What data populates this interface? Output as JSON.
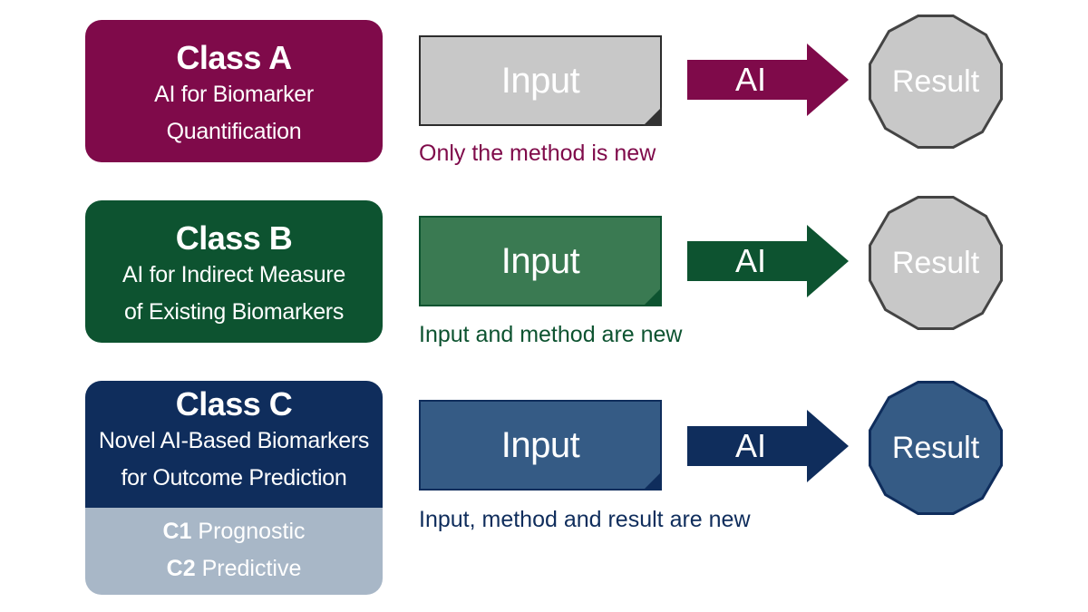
{
  "colors": {
    "class_a": "#7f0a4a",
    "class_b": "#0d5330",
    "class_c": "#0f2d5c",
    "class_c_sub": "#a8b7c7",
    "neutral_gray": "#c8c8c8",
    "input_b": "#3a7a52",
    "input_c": "#355b85"
  },
  "rows": [
    {
      "class_title": "Class A",
      "class_desc": [
        "AI for Biomarker",
        "Quantification"
      ],
      "input_label": "Input",
      "arrow_label": "AI",
      "result_label": "Result",
      "note": "Only the method is new"
    },
    {
      "class_title": "Class B",
      "class_desc": [
        "AI for Indirect Measure",
        "of Existing Biomarkers"
      ],
      "input_label": "Input",
      "arrow_label": "AI",
      "result_label": "Result",
      "note": "Input and method are new"
    },
    {
      "class_title": "Class C",
      "class_desc": [
        "Novel AI-Based Biomarkers",
        "for Outcome Prediction"
      ],
      "subclasses": [
        {
          "code": "C1",
          "label": "Prognostic"
        },
        {
          "code": "C2",
          "label": "Predictive"
        }
      ],
      "input_label": "Input",
      "arrow_label": "AI",
      "result_label": "Result",
      "note": "Input, method and result are new"
    }
  ]
}
